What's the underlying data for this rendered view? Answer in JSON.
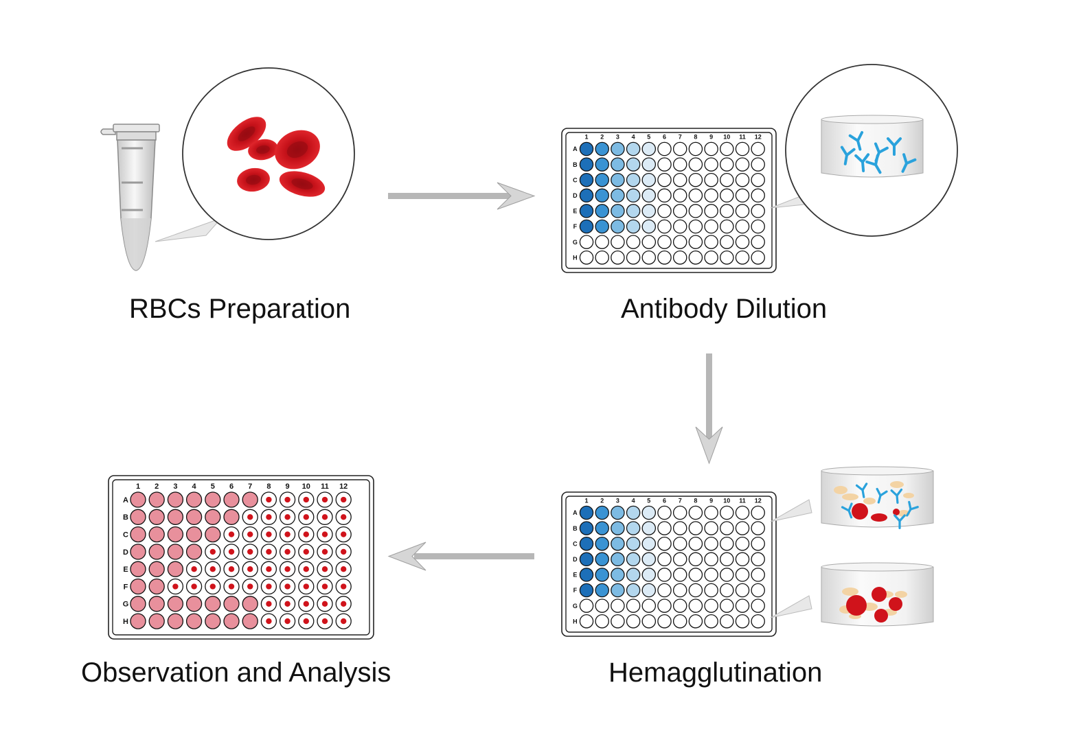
{
  "steps": {
    "rbc_preparation": "RBCs Preparation",
    "antibody_dilution": "Antibody Dilution",
    "hemagglutination": "Hemagglutination",
    "observation": "Observation and Analysis"
  },
  "plate": {
    "columns": [
      "1",
      "2",
      "3",
      "4",
      "5",
      "6",
      "7",
      "8",
      "9",
      "10",
      "11",
      "12"
    ],
    "rows": [
      "A",
      "B",
      "C",
      "D",
      "E",
      "F",
      "G",
      "H"
    ]
  },
  "dilution_plate": {
    "filled_rows": 6,
    "column_colors": [
      "#1d6fb8",
      "#3a93d3",
      "#7dbbe3",
      "#b3d7ee",
      "#dcebf6"
    ]
  },
  "result_plate": {
    "button_start_column": [
      8,
      7,
      6,
      5,
      4,
      3,
      8,
      8
    ]
  },
  "colors": {
    "rbc_red": "#d0131b",
    "antibody_blue": "#2aa2dc",
    "pink_well": "#e8909c",
    "arrow_gray": "#b7b7b7",
    "rbc_ghost": "#f3d3a4"
  },
  "icons": {
    "tube": "microcentrifuge-tube-icon",
    "magnifier": "magnifier-circle-icon",
    "beaker": "beaker-icon",
    "antibody": "y-antibody-icon"
  }
}
